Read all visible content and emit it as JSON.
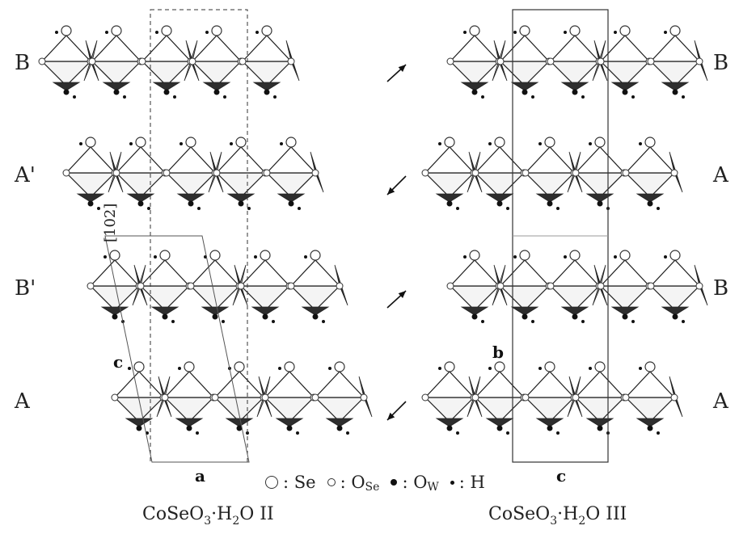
{
  "layer_labels_left": [
    "B",
    "A'",
    "B'",
    "A"
  ],
  "layer_labels_right": [
    "B",
    "A",
    "B",
    "A"
  ],
  "cell_axes": {
    "left_c": "c",
    "left_a": "a",
    "right_b": "b",
    "right_c": "c",
    "direction": "[102]"
  },
  "legend": {
    "se_label": ": Se",
    "ose_prefix": ": O",
    "ose_sub": "Se",
    "ow_prefix": ": O",
    "ow_sub": "W",
    "h_label": ": H"
  },
  "captions": {
    "left_main": "CoSeO",
    "left_sub": "3",
    "left_rest": "·H",
    "left_sub2": "2",
    "left_tail": "O II",
    "right_main": "CoSeO",
    "right_sub": "3",
    "right_rest": "·H",
    "right_sub2": "2",
    "right_tail": "O III"
  },
  "colors": {
    "light_face": "#f4f4f4",
    "mid_face": "#b9b9b9",
    "dark_face": "#2e2e2e",
    "line": "#222222"
  }
}
